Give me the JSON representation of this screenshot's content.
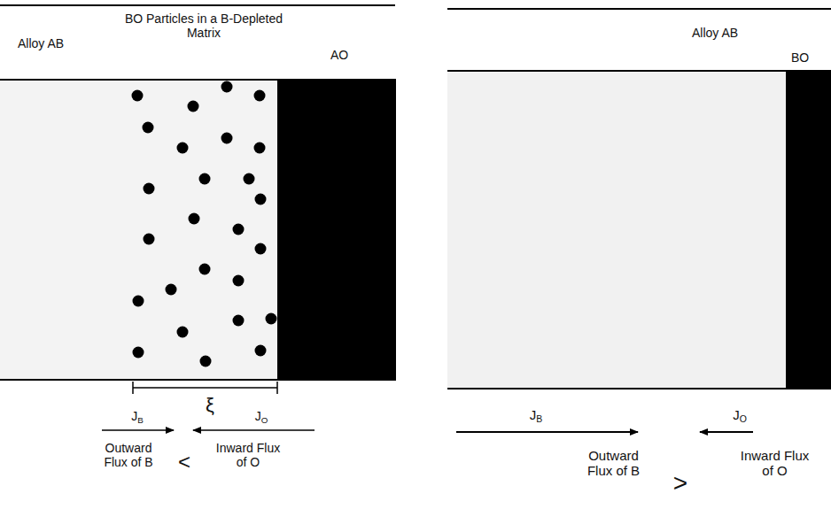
{
  "diagram": {
    "nodes": [
      {
        "text": [
          "Alloy AB"
        ]
      },
      {
        "text": [
          "BO Particles in a B-Depleted Matrix"
        ]
      },
      {
        "text": [
          "AO"
        ]
      },
      {
        "text": [
          "Alloy AB"
        ]
      },
      {
        "text": [
          "BO"
        ]
      }
    ],
    "labels": [
      "ξ",
      "JB",
      "JO",
      "Outward Flux of B",
      "<",
      "Inward Flux of O",
      "JB",
      "JO",
      "Outward Flux of B",
      ">",
      "Inward Flux of O"
    ]
  }
}
